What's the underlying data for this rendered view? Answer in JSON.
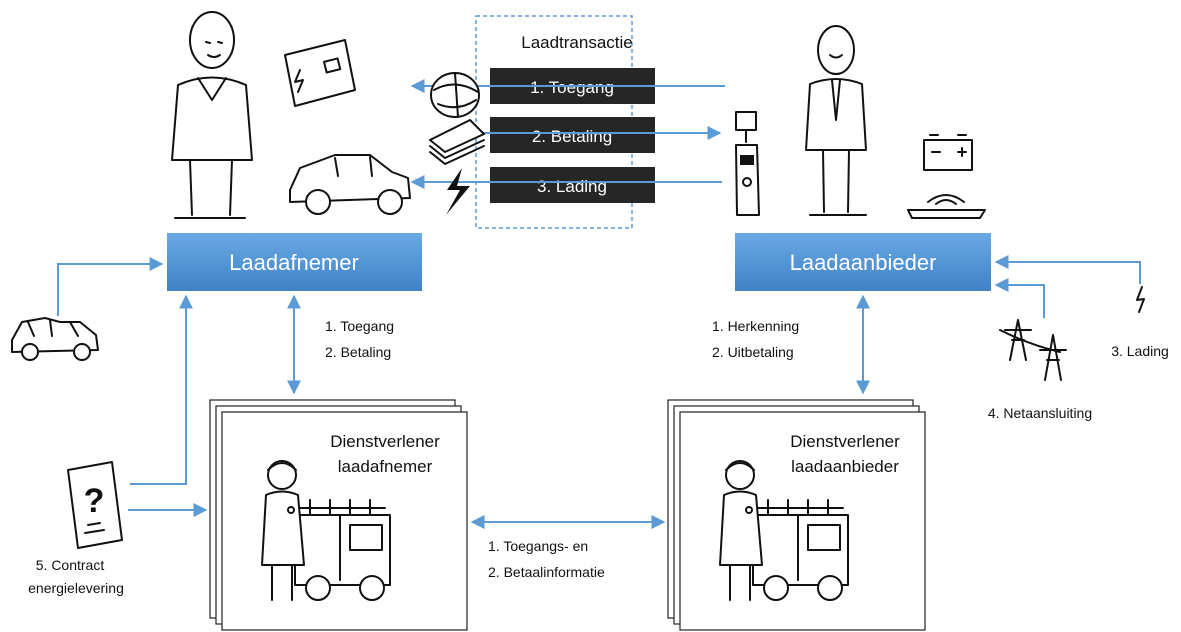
{
  "transaction": {
    "title": "Laadtransactie",
    "steps": [
      "1. Toegang",
      "2. Betaling",
      "3. Lading"
    ]
  },
  "consumer": {
    "title": "Laadafnemer",
    "list": [
      "1.   Toegang",
      "2.   Betaling"
    ]
  },
  "provider": {
    "title": "Laadaanbieder",
    "list": [
      "1.   Herkenning",
      "2.   Uitbetaling"
    ]
  },
  "service_consumer": {
    "line1": "Dienstverlener",
    "line2": "laadafnemer"
  },
  "service_provider": {
    "line1": "Dienstverlener",
    "line2": "laadaanbieder"
  },
  "exchange": {
    "line1": "1.   Toegangs- en",
    "line2": "2.   Betaalinformatie"
  },
  "contract": {
    "line1": "5. Contract",
    "line2": "energielevering",
    "symbol": "?"
  },
  "grid_label": "4. Netaansluiting",
  "charge_label": "3. Lading",
  "colors": {
    "arrow": "#5b9bd5",
    "blue_box": "#4a8fd0",
    "dark_box": "#262626",
    "dashed_border": "#5b9bd5"
  }
}
